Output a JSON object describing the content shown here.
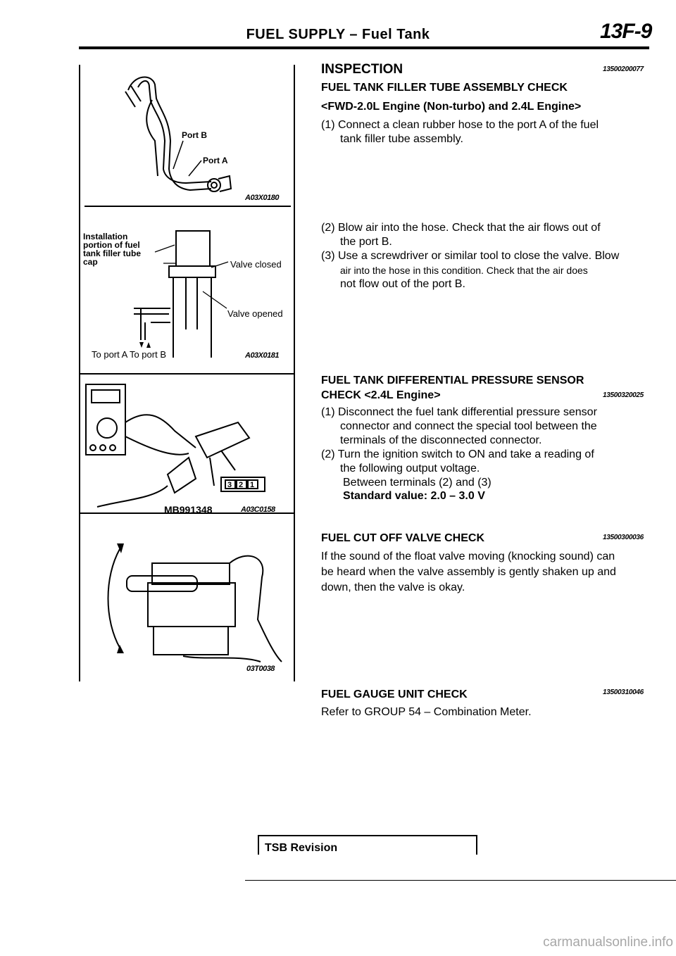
{
  "header": {
    "title": "FUEL SUPPLY – Fuel Tank",
    "page_code": "13F-9"
  },
  "figures": {
    "fig1": {
      "code": "A03X0180",
      "port_b": "Port B",
      "port_a": "Port A"
    },
    "fig2": {
      "code": "A03X0181",
      "callout_lines": [
        "Installation",
        "portion of fuel",
        "tank filler tube",
        "cap"
      ],
      "valve_closed": "Valve closed",
      "valve_opened": "Valve opened",
      "bottom_label": "To port A To port B"
    },
    "fig3": {
      "code": "A03C0158",
      "tool": "MB991348",
      "terminals": [
        "3",
        "2",
        "1"
      ]
    },
    "fig4": {
      "code": "03T0038"
    }
  },
  "sections": {
    "inspection": {
      "heading": "INSPECTION",
      "code": "13500200077"
    },
    "filler_tube": {
      "heading": "FUEL TANK FILLER TUBE ASSEMBLY CHECK",
      "subheading": "<FWD-2.0L Engine (Non-turbo) and 2.4L Engine>",
      "step1_line1": "(1) Connect a clean rubber hose to the port A of the fuel",
      "step1_line2": "tank filler tube assembly.",
      "step2_line1": "(2) Blow air into the hose. Check that the air flows out of",
      "step2_line2": "the port B.",
      "step3_line1": "(3) Use a screwdriver or similar tool to close the valve. Blow",
      "step3_line2": "air into the hose in this condition. Check that the air does",
      "step3_line3": "not flow out of the port B."
    },
    "pressure_sensor": {
      "heading_line1": "FUEL TANK DIFFERENTIAL PRESSURE SENSOR",
      "heading_line2": "CHECK <2.4L Engine>",
      "code": "13500320025",
      "step1_line1": "(1) Disconnect the fuel tank differential pressure sensor",
      "step1_line2": "connector and connect the special tool between the",
      "step1_line3": "terminals of the disconnected connector.",
      "step2_line1": "(2) Turn the ignition switch to ON and take a reading of",
      "step2_line2": "the following output voltage.",
      "terminals": "Between terminals (2) and (3)",
      "standard": "Standard value: 2.0 – 3.0 V"
    },
    "cut_off_valve": {
      "heading": "FUEL CUT OFF VALVE CHECK",
      "code": "13500300036",
      "line1": "If the sound of the float valve moving (knocking sound) can",
      "line2": "be heard when the valve assembly is gently shaken up and",
      "line3": "down, then the valve is okay."
    },
    "gauge_unit": {
      "heading": "FUEL GAUGE UNIT CHECK",
      "code": "13500310046",
      "line1": "Refer to GROUP 54 – Combination Meter."
    }
  },
  "footer": {
    "tsb": "TSB Revision",
    "watermark": "carmanualsonline.info"
  }
}
